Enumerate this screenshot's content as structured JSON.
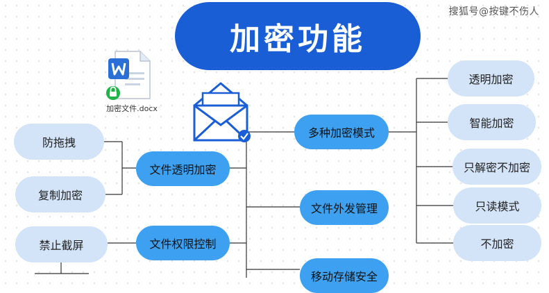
{
  "title": "加密功能",
  "watermark": "搜狐号@按键不伤人",
  "document_icon": {
    "icon": "word-document-lock-icon",
    "caption": "加密文件.docx"
  },
  "mail_icon": "envelope-check-icon",
  "branches": {
    "transparent_encryption": {
      "label": "文件透明加密",
      "children": [
        "防拖拽",
        "复制加密"
      ]
    },
    "permission_control": {
      "label": "文件权限控制",
      "children": [
        "禁止截屏"
      ]
    },
    "encryption_modes": {
      "label": "多种加密模式",
      "children": [
        "透明加密",
        "智能加密",
        "只解密不加密",
        "只读模式",
        "不加密"
      ]
    },
    "outgoing_management": {
      "label": "文件外发管理"
    },
    "mobile_storage": {
      "label": "移动存储安全"
    }
  },
  "colors": {
    "title_bg": "#1a5ed6",
    "branch_bg": "#3ea0f0",
    "leaf_bg": "#d3e3f8",
    "line": "#333333"
  }
}
